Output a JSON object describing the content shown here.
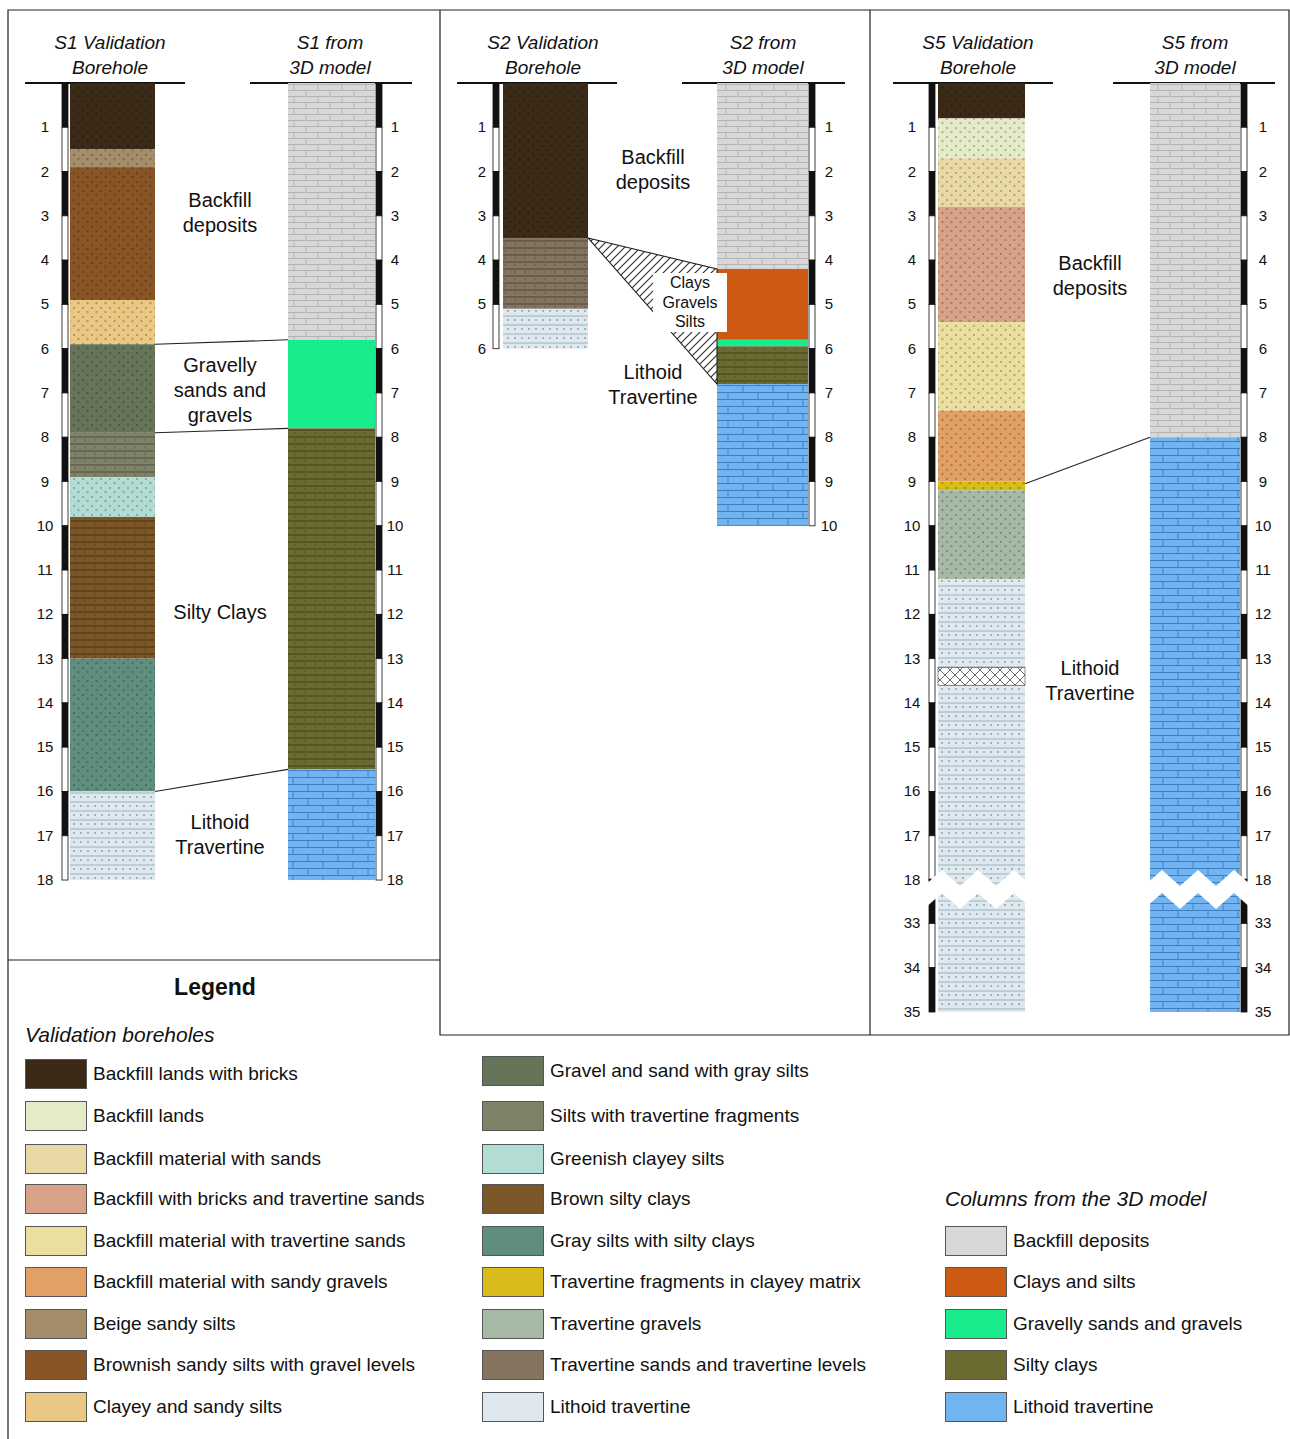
{
  "diagram": {
    "nodes": [
      {
        "text": [
          "S1 Validation Borehole",
          "S1 from 3D model",
          "Backfill deposits",
          "Gravelly sands and gravels",
          "Silty Clays",
          "Lithoid Travertine"
        ]
      },
      {
        "text": [
          "S2 Validation Borehole",
          "S2 from 3D model",
          "Backfill deposits",
          "Clays Gravels Silts",
          "Lithoid Travertine"
        ]
      },
      {
        "text": [
          "S5 Validation Borehole",
          "S5 from 3D model",
          "Backfill deposits",
          "Lithoid Travertine"
        ]
      },
      {
        "text": [
          "Legend",
          "Validation boreholes",
          "Columns from the 3D model"
        ]
      }
    ],
    "labels": [
      "1",
      "2",
      "3",
      "4",
      "5",
      "6",
      "7",
      "8",
      "9",
      "10",
      "11",
      "12",
      "13",
      "14",
      "15",
      "16",
      "17",
      "18",
      "1",
      "2",
      "3",
      "4",
      "5",
      "6",
      "7",
      "8",
      "9",
      "10",
      "11",
      "12",
      "13",
      "14",
      "15",
      "16",
      "17",
      "18",
      "1",
      "2",
      "3",
      "4",
      "5",
      "6",
      "1",
      "2",
      "3",
      "4",
      "5",
      "6",
      "7",
      "8",
      "9",
      "10",
      "1",
      "2",
      "3",
      "4",
      "5",
      "6",
      "7",
      "8",
      "9",
      "10",
      "11",
      "12",
      "13",
      "14",
      "15",
      "16",
      "17",
      "18",
      "33",
      "34",
      "35",
      "1",
      "2",
      "3",
      "4",
      "5",
      "6",
      "7",
      "8",
      "9",
      "10",
      "11",
      "12",
      "13",
      "14",
      "15",
      "16",
      "17",
      "18",
      "33",
      "34",
      "35"
    ],
    "legend": [
      {
        "text": "Backfill lands with bricks",
        "color": "#3b2a17"
      },
      {
        "text": "Backfill lands",
        "color": "#e4ebc9"
      },
      {
        "text": "Backfill material with sands",
        "color": "#e9d9a6"
      },
      {
        "text": "Backfill with bricks and travertine sands",
        "color": "#d8a288"
      },
      {
        "text": "Backfill material with travertine sands",
        "color": "#eadf9f"
      },
      {
        "text": "Backfill material with sandy gravels",
        "color": "#e2a064"
      },
      {
        "text": "Beige sandy silts",
        "color": "#a48d68"
      },
      {
        "text": "Brownish sandy silts with gravel levels",
        "color": "#8a5526"
      },
      {
        "text": "Clayey and sandy silts",
        "color": "#ebc784"
      },
      {
        "text": "Gravel and sand with gray silts",
        "color": "#667559"
      },
      {
        "text": "Silts with travertine fragments",
        "color": "#7f8268"
      },
      {
        "text": "Greenish clayey silts",
        "color": "#b3dcd4"
      },
      {
        "text": "Brown silty clays",
        "color": "#7b5627"
      },
      {
        "text": "Gray silts with silty clays",
        "color": "#5f8e7f"
      },
      {
        "text": "Travertine fragments in clayey matrix",
        "color": "#d8bd1a"
      },
      {
        "text": "Travertine gravels",
        "color": "#a5b9a5"
      },
      {
        "text": "Travertine sands and travertine levels",
        "color": "#857460"
      },
      {
        "text": "Lithoid travertine",
        "color": "#dde9ef"
      },
      {
        "text": "Backfill deposits",
        "color": "#d8d8d8"
      },
      {
        "text": "Clays and silts",
        "color": "#cc5a12"
      },
      {
        "text": "Gravelly sands and gravels",
        "color": "#19ec8c"
      },
      {
        "text": "Silty clays",
        "color": "#6b6a30"
      },
      {
        "text": "Lithoid travertine",
        "color": "#72b4f2"
      }
    ]
  }
}
